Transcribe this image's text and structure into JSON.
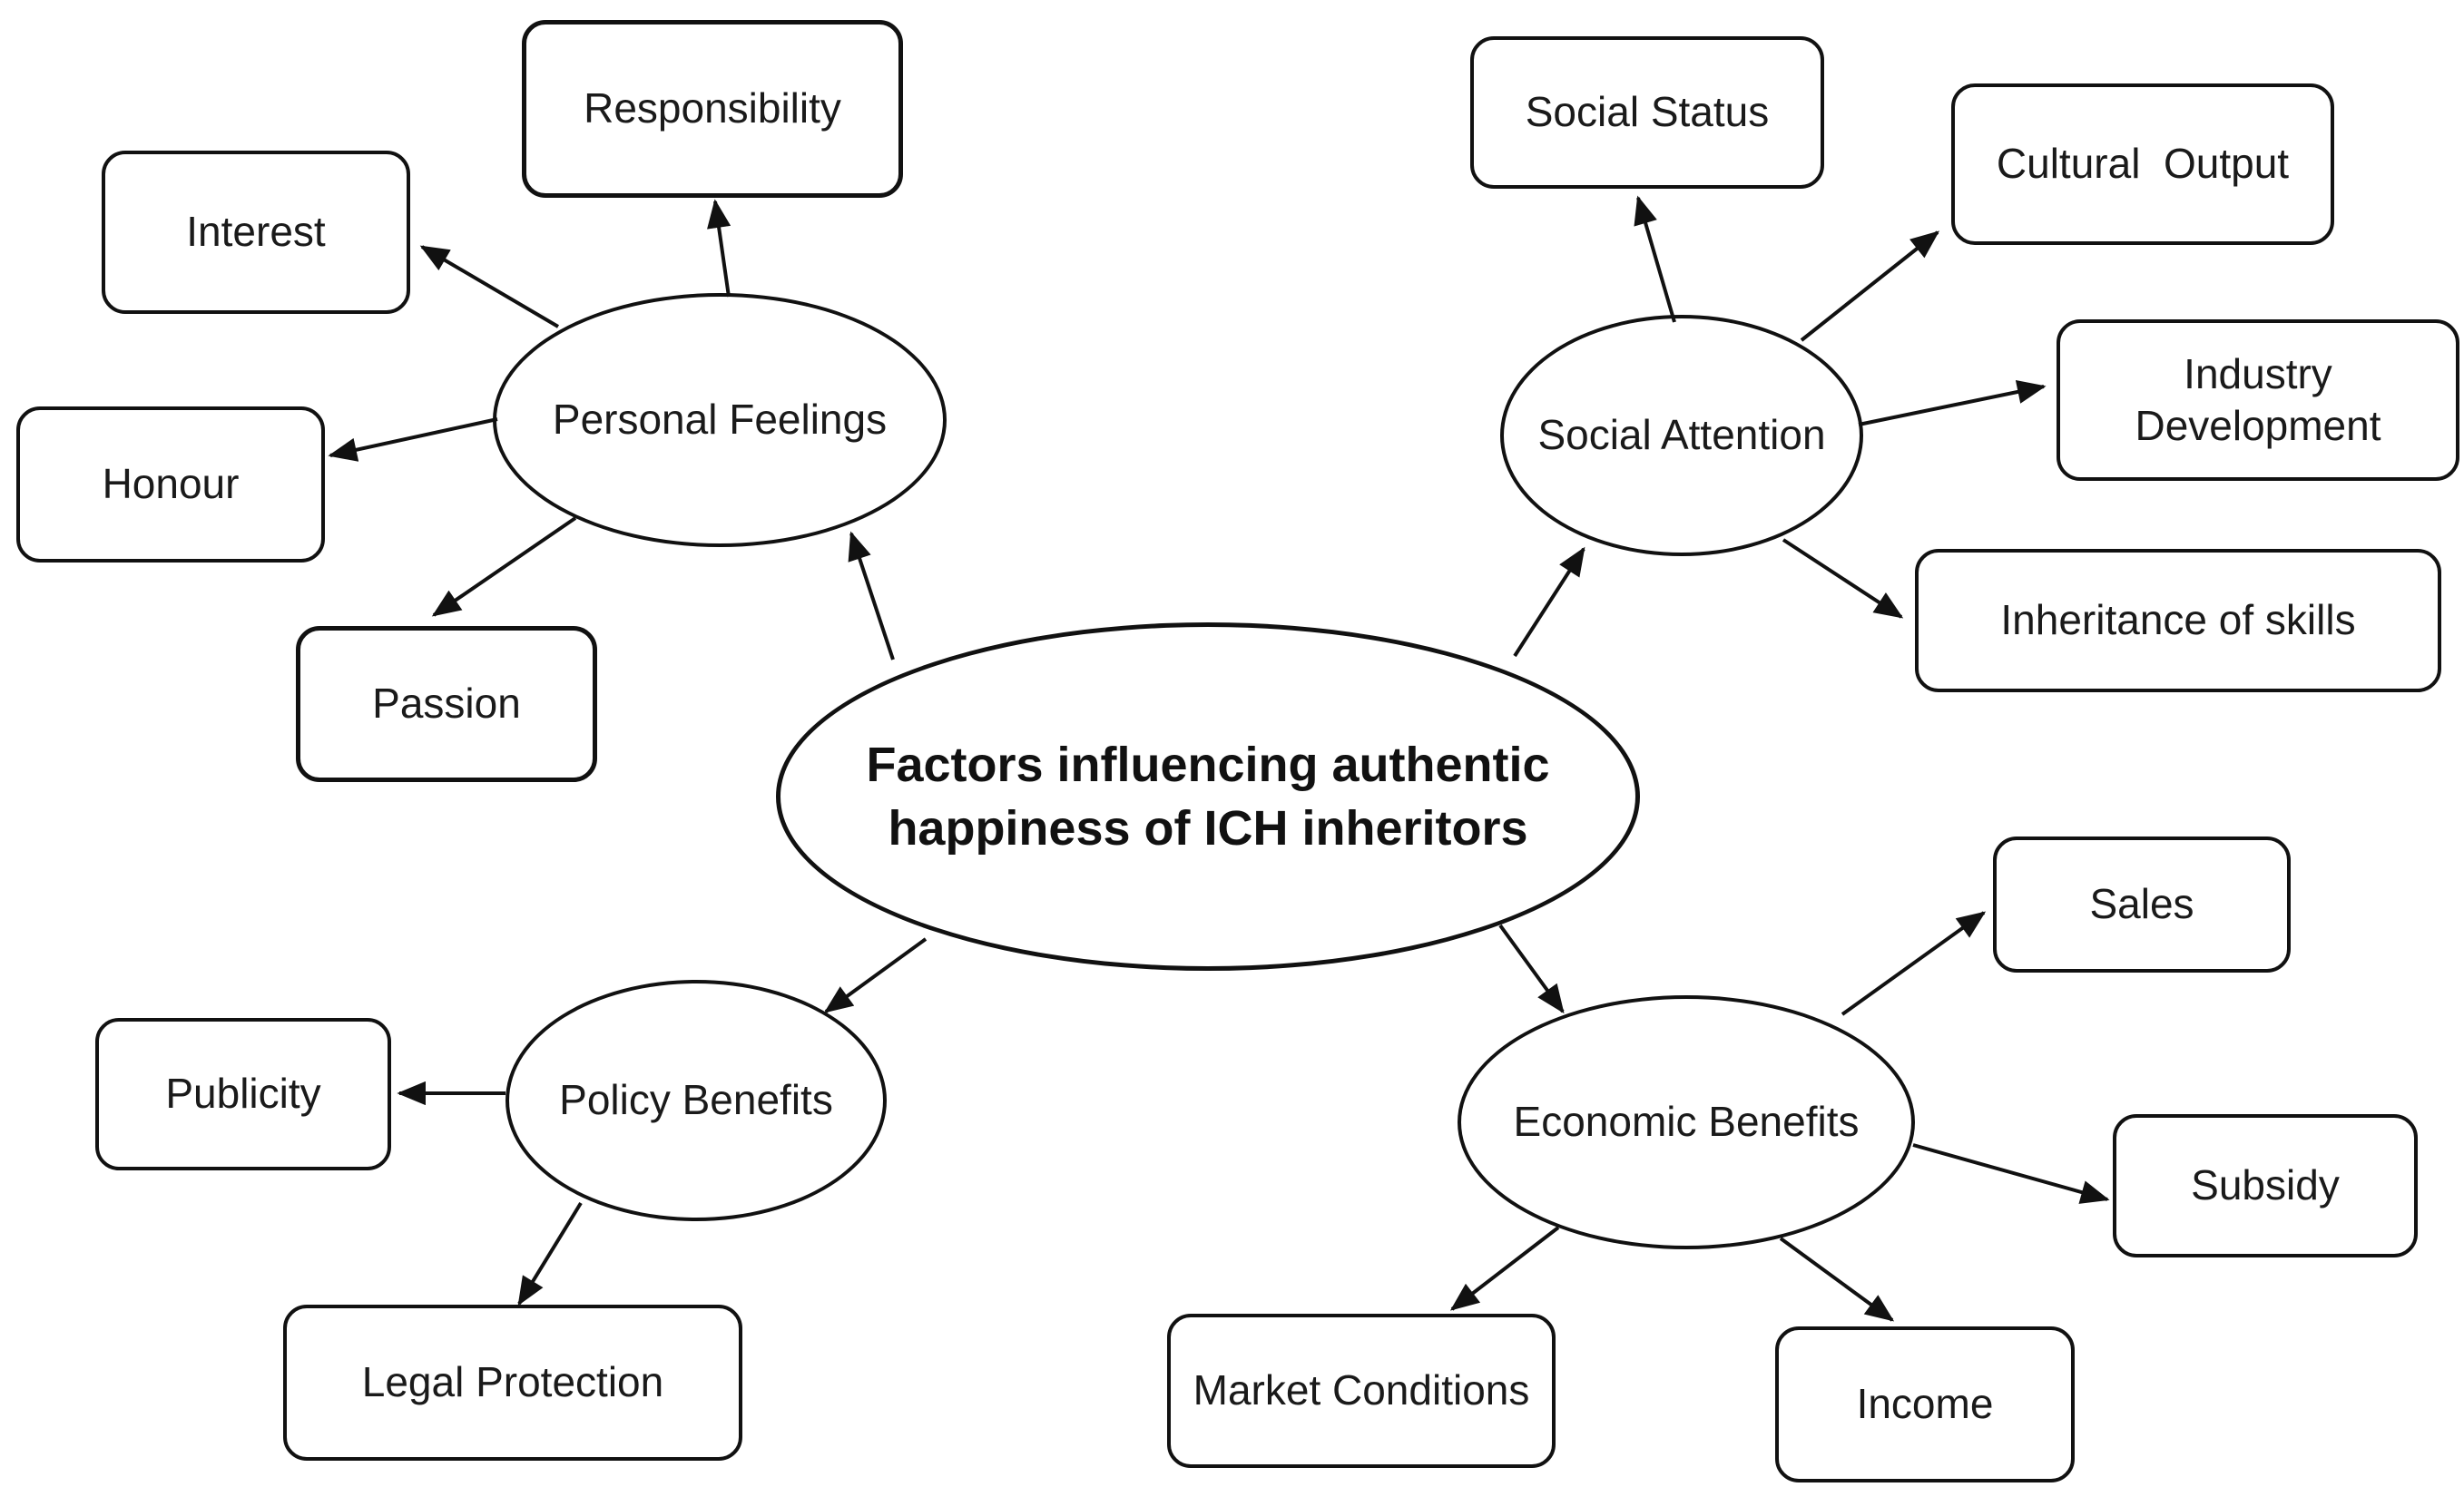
{
  "colors": {
    "background": "#ffffff",
    "stroke": "#111111",
    "text": "#1a1a1a"
  },
  "diagram": {
    "center": {
      "id": "center",
      "label": "Factors influencing authentic\nhappiness of ICH inheritors"
    },
    "groups": [
      {
        "id": "personal-feelings",
        "label": "Personal Feelings",
        "children": [
          {
            "id": "responsibility",
            "label": "Responsibility"
          },
          {
            "id": "interest",
            "label": "Interest"
          },
          {
            "id": "honour",
            "label": "Honour"
          },
          {
            "id": "passion",
            "label": "Passion"
          }
        ]
      },
      {
        "id": "social-attention",
        "label": "Social Attention",
        "children": [
          {
            "id": "social-status",
            "label": "Social Status"
          },
          {
            "id": "cultural-output",
            "label": "Cultural  Output"
          },
          {
            "id": "industry-development",
            "label": "Industry\nDevelopment"
          },
          {
            "id": "inheritance-of-skills",
            "label": "Inheritance of skills"
          }
        ]
      },
      {
        "id": "policy-benefits",
        "label": "Policy Benefits",
        "children": [
          {
            "id": "publicity",
            "label": "Publicity"
          },
          {
            "id": "legal-protection",
            "label": "Legal Protection"
          }
        ]
      },
      {
        "id": "economic-benefits",
        "label": "Economic Benefits",
        "children": [
          {
            "id": "sales",
            "label": "Sales"
          },
          {
            "id": "subsidy",
            "label": "Subsidy"
          },
          {
            "id": "income",
            "label": "Income"
          },
          {
            "id": "market-conditions",
            "label": "Market Conditions"
          }
        ]
      }
    ],
    "edges": [
      {
        "from": "center",
        "to": "personal-feelings"
      },
      {
        "from": "center",
        "to": "social-attention"
      },
      {
        "from": "center",
        "to": "policy-benefits"
      },
      {
        "from": "center",
        "to": "economic-benefits"
      },
      {
        "from": "personal-feelings",
        "to": "responsibility"
      },
      {
        "from": "personal-feelings",
        "to": "interest"
      },
      {
        "from": "personal-feelings",
        "to": "honour"
      },
      {
        "from": "personal-feelings",
        "to": "passion"
      },
      {
        "from": "social-attention",
        "to": "social-status"
      },
      {
        "from": "social-attention",
        "to": "cultural-output"
      },
      {
        "from": "social-attention",
        "to": "industry-development"
      },
      {
        "from": "social-attention",
        "to": "inheritance-of-skills"
      },
      {
        "from": "policy-benefits",
        "to": "publicity"
      },
      {
        "from": "policy-benefits",
        "to": "legal-protection"
      },
      {
        "from": "economic-benefits",
        "to": "sales"
      },
      {
        "from": "economic-benefits",
        "to": "subsidy"
      },
      {
        "from": "economic-benefits",
        "to": "income"
      },
      {
        "from": "economic-benefits",
        "to": "market-conditions"
      }
    ]
  }
}
